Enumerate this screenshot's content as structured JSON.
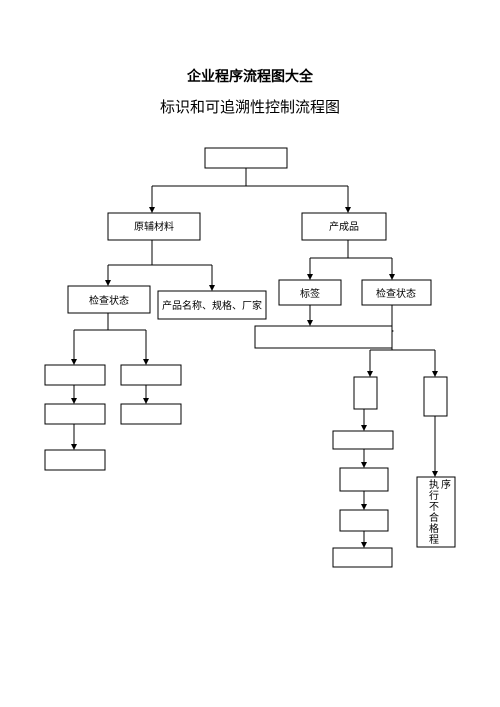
{
  "document": {
    "title": "企业程序流程图大全",
    "subtitle": "标识和可追溯性控制流程图"
  },
  "nodes": {
    "root": "",
    "raw_materials": "原辅材料",
    "finished_products": "产成品",
    "inspection_status_left": "检查状态",
    "product_name_spec_maker": "产品名称、规格、厂家",
    "label": "标签",
    "inspection_status_right": "检查状态",
    "label_record_bar": "",
    "left_branch_a": "",
    "left_branch_b": "",
    "left_a_step2": "",
    "left_b_step2": "",
    "left_a_step3": "",
    "right_col_box": "",
    "right_step1": "",
    "right_step2": "",
    "right_step3": "",
    "right_step4": "",
    "far_right_box": "",
    "nonconforming": "执行不合格程序"
  },
  "nonconforming_chars": [
    "执",
    "行",
    "不",
    "合",
    "格",
    "程",
    "序"
  ]
}
